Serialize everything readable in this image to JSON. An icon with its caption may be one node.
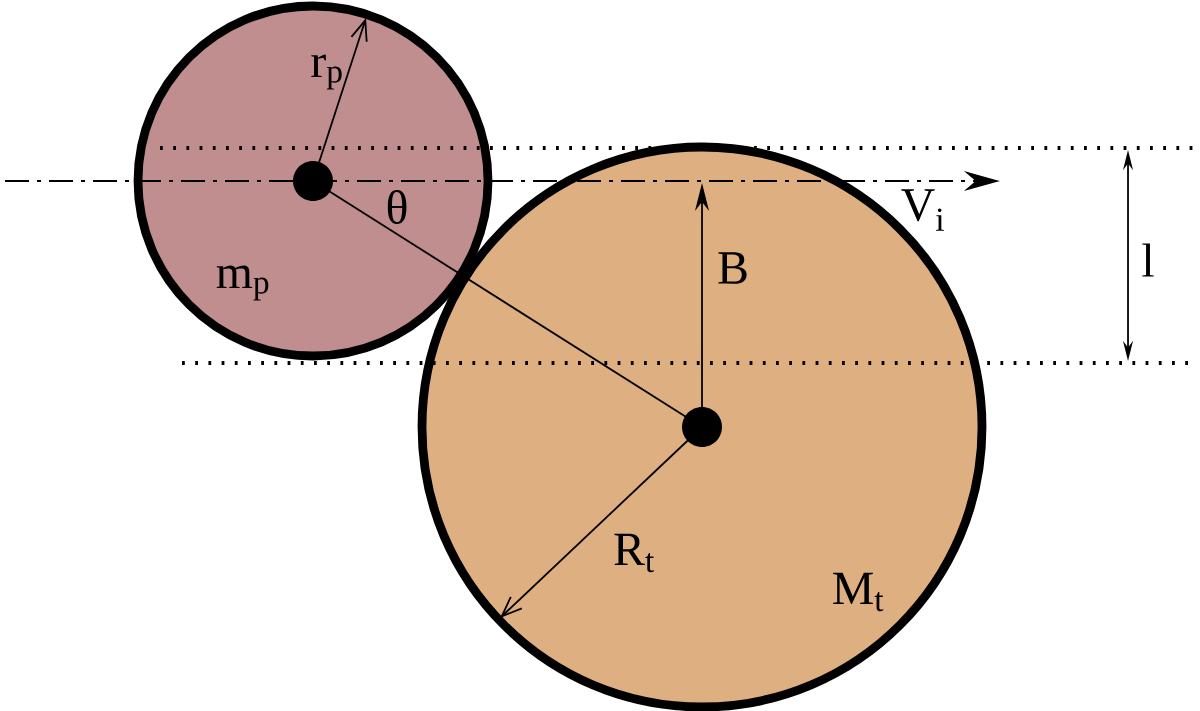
{
  "diagram": {
    "nodes": [
      {
        "text": [
          "m$_{p}$"
        ]
      },
      {
        "text": [
          "M$_{t}$"
        ]
      }
    ],
    "edges": [
      {
        "from": 0,
        "to": 1,
        "arrow": "none"
      }
    ],
    "labels": [
      "r$_{p}$",
      "θ",
      "V$_{i}$",
      "B",
      "l",
      "R$_{t}$"
    ]
  }
}
